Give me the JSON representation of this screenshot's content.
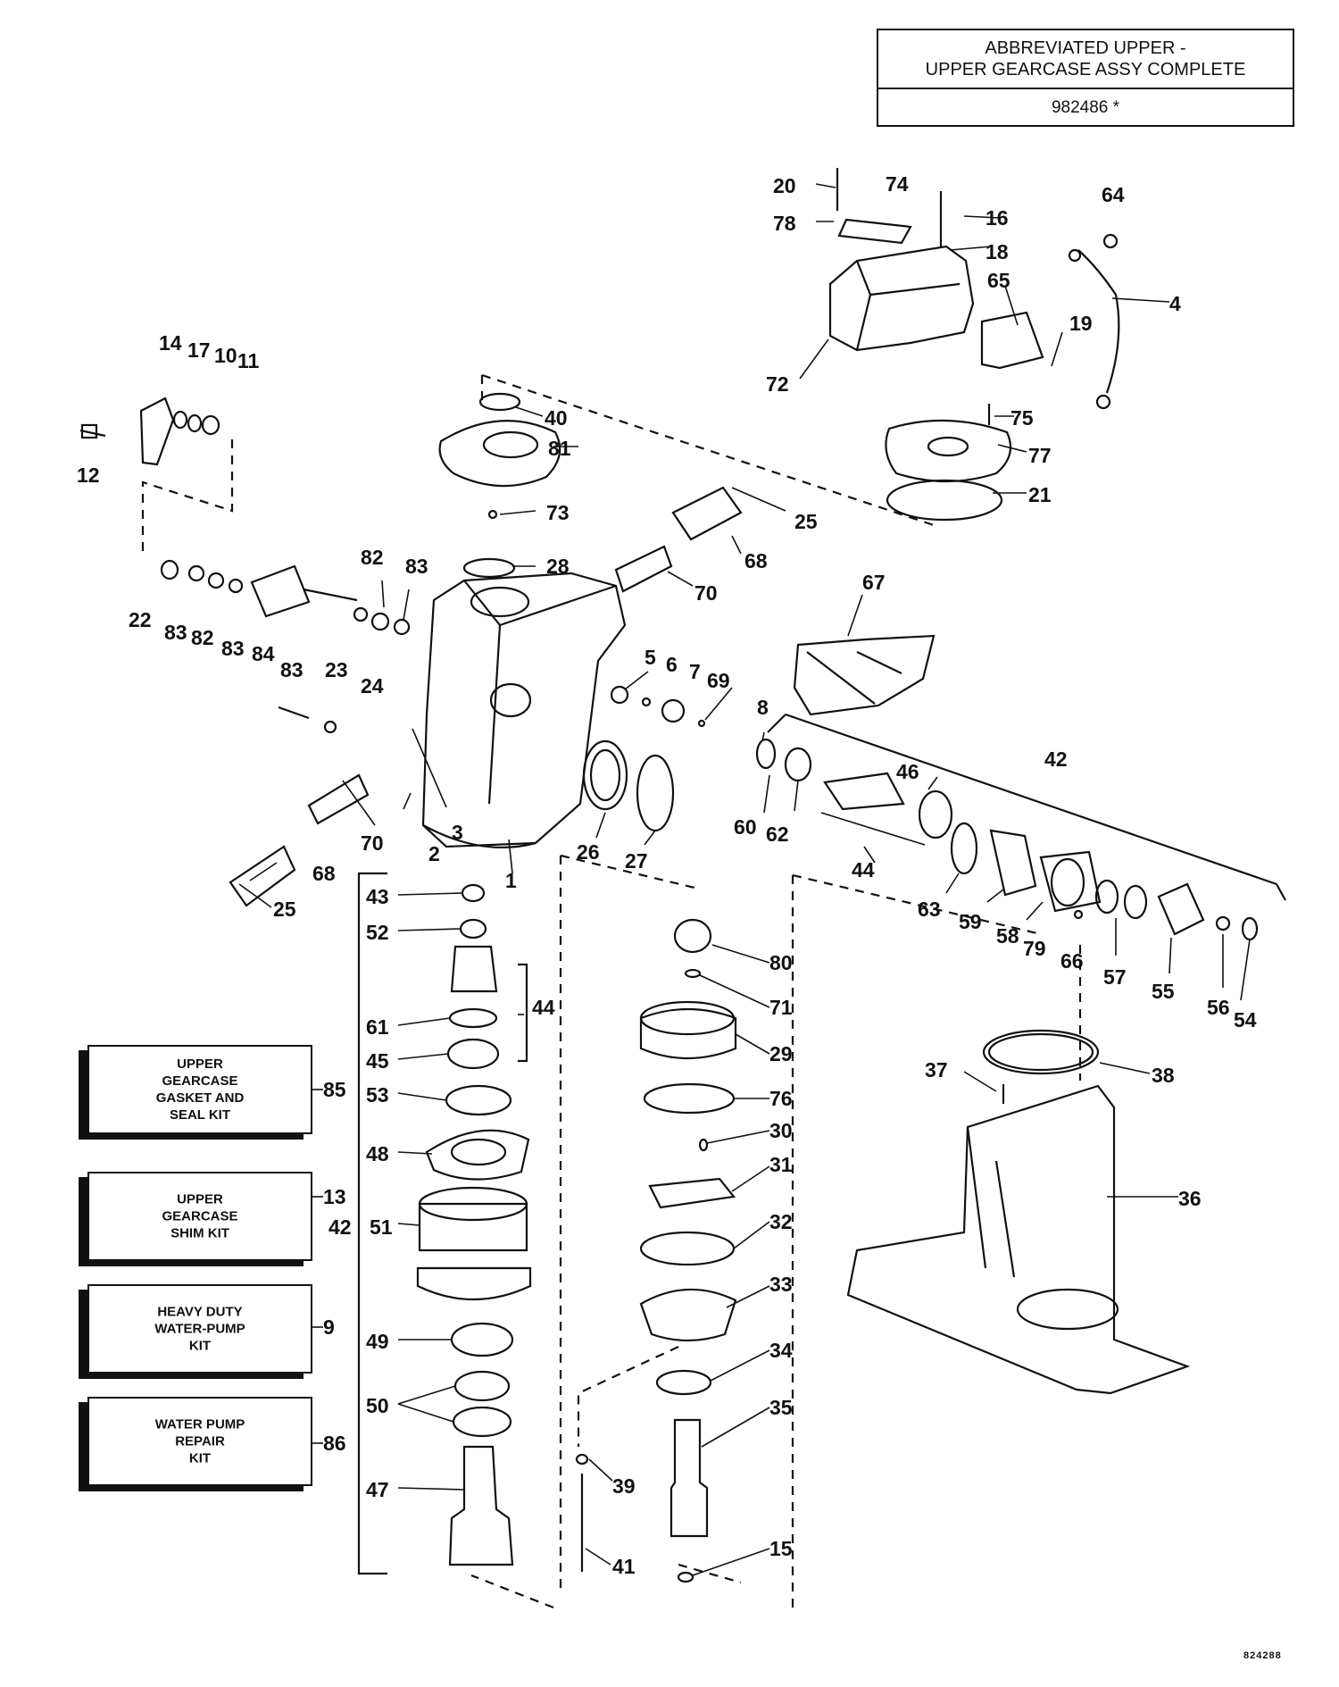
{
  "title_box": {
    "line1": "ABBREVIATED UPPER -",
    "line2": "UPPER GEARCASE ASSY COMPLETE",
    "part_number": "982486 *"
  },
  "kits": [
    {
      "label": "UPPER\nGEARCASE\nGASKET AND\nSEAL KIT",
      "ref": "85"
    },
    {
      "label": "UPPER\nGEARCASE\nSHIM KIT",
      "ref": "13"
    },
    {
      "label": "HEAVY DUTY\nWATER-PUMP\nKIT",
      "ref": "9"
    },
    {
      "label": "WATER PUMP\nREPAIR\nKIT",
      "ref": "86"
    }
  ],
  "callouts": [
    "20",
    "74",
    "16",
    "18",
    "78",
    "64",
    "65",
    "4",
    "19",
    "72",
    "75",
    "77",
    "21",
    "14",
    "17",
    "10",
    "11",
    "12",
    "40",
    "81",
    "73",
    "25",
    "68",
    "28",
    "70",
    "82",
    "83",
    "22",
    "83",
    "82",
    "83",
    "84",
    "83",
    "23",
    "24",
    "67",
    "5",
    "6",
    "7",
    "69",
    "8",
    "42",
    "46",
    "60",
    "62",
    "44",
    "63",
    "59",
    "58",
    "79",
    "66",
    "57",
    "55",
    "56",
    "54",
    "26",
    "27",
    "70",
    "1",
    "3",
    "2",
    "68",
    "25",
    "43",
    "52",
    "44",
    "61",
    "45",
    "53",
    "48",
    "42",
    "51",
    "49",
    "50",
    "47",
    "80",
    "71",
    "29",
    "76",
    "30",
    "31",
    "32",
    "33",
    "34",
    "35",
    "39",
    "41",
    "15",
    "37",
    "38",
    "36"
  ],
  "figure_code": "824288"
}
